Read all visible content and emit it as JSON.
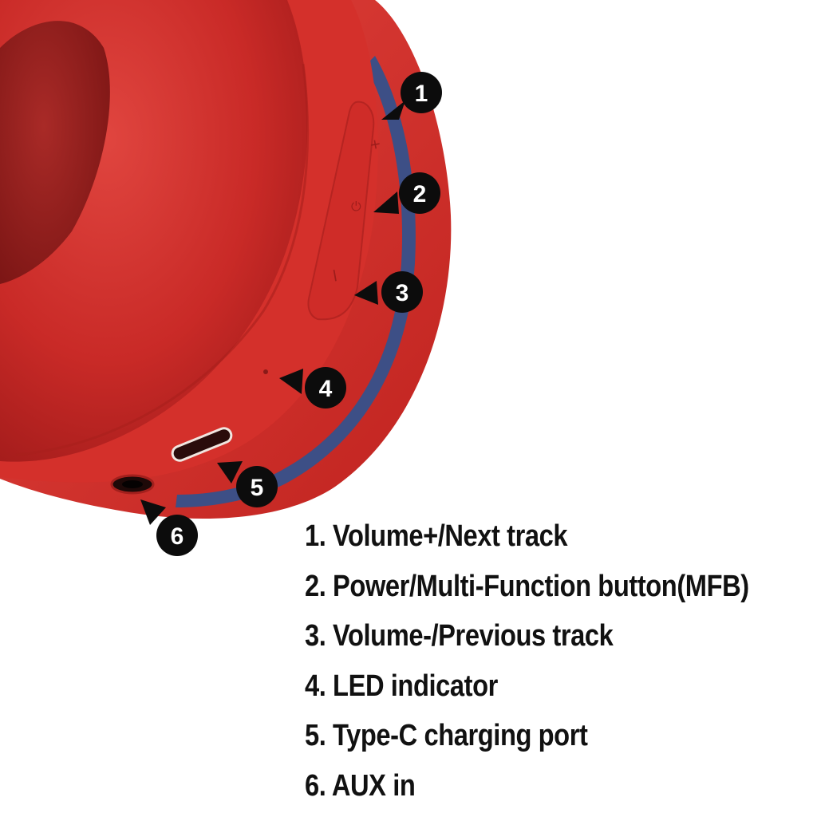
{
  "callouts": [
    {
      "number": "1"
    },
    {
      "number": "2"
    },
    {
      "number": "3"
    },
    {
      "number": "4"
    },
    {
      "number": "5"
    },
    {
      "number": "6"
    }
  ],
  "button_marks": {
    "plus": "+",
    "power": "⏻",
    "minus": "–"
  },
  "legend": [
    "1. Volume+/Next track",
    "2. Power/Multi-Function button(MFB)",
    "3. Volume-/Previous track",
    "4. LED indicator",
    "5. Type-C charging port",
    "6. AUX in"
  ],
  "colors": {
    "shell_red": "#d8322e",
    "cushion_red": "#c92a27",
    "band_blue": "#3d4f86",
    "callout_black": "#0c0c0c",
    "text": "#111111"
  }
}
